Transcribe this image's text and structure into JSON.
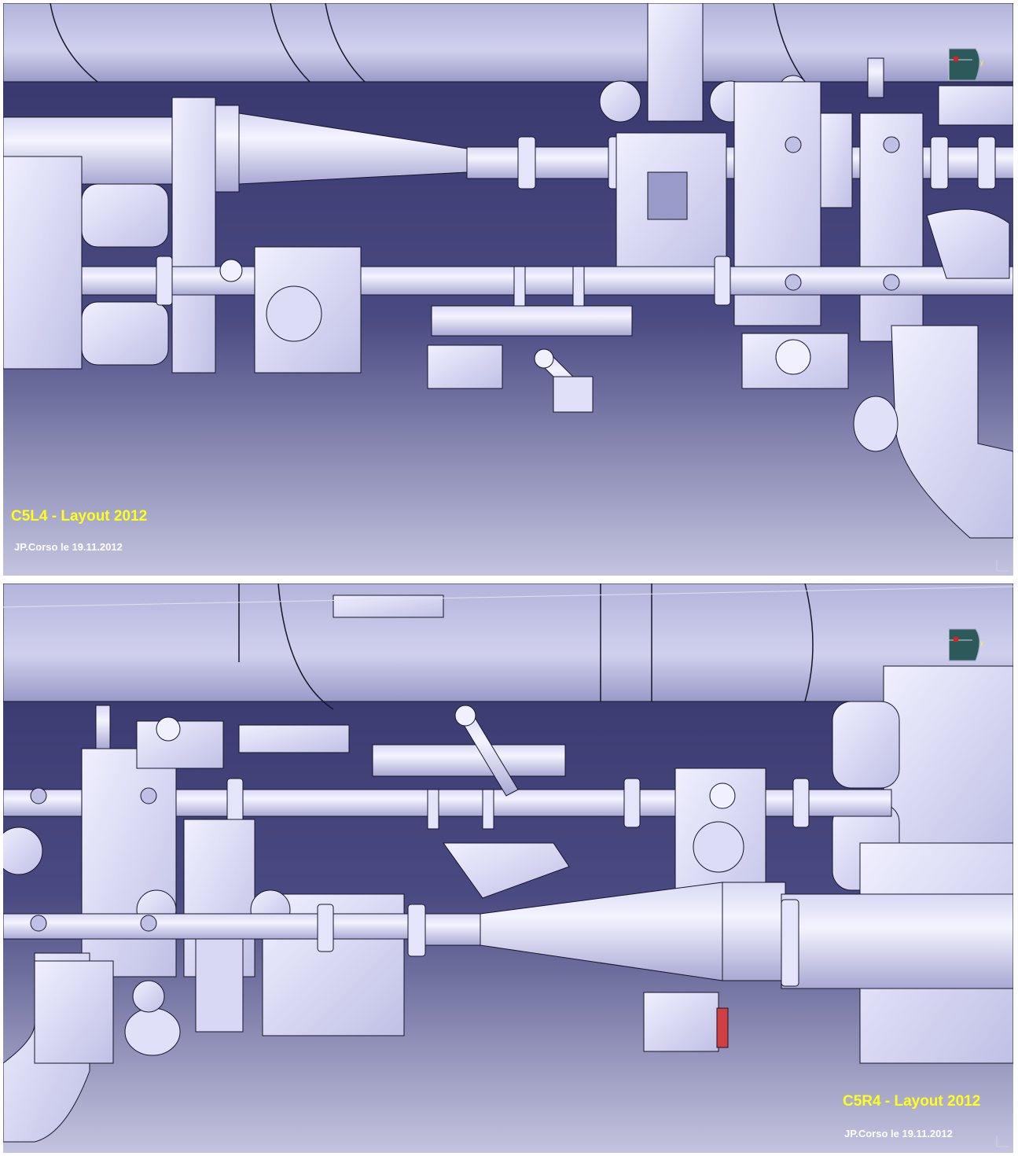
{
  "colors": {
    "label": "#ffff1a",
    "author": "#ffffff",
    "bg_top": "#3a3a6e",
    "bg_bottom": "#b8b8d8",
    "metal_light": "#f2f2ff",
    "metal_mid": "#c8c8ee",
    "metal_dark": "#8a8ab8",
    "edge": "#15152a"
  },
  "views": [
    {
      "title": "C5L4 - Layout 2012",
      "author": "JP.Corso le 19.11.2012",
      "compass_icon": "axis-compass-icon",
      "compass_axis_label": "y",
      "corner_axis_label": "z y"
    },
    {
      "title": "C5R4 - Layout 2012",
      "author": "JP.Corso le 19.11.2012",
      "compass_icon": "axis-compass-icon",
      "compass_axis_label": "y",
      "corner_axis_label": "z y"
    }
  ]
}
